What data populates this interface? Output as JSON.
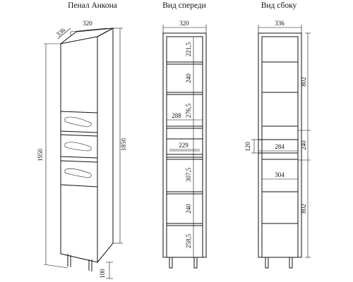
{
  "titles": {
    "iso": "Пенал Анкона",
    "front": "Вид спереди",
    "side": "Вид сбоку"
  },
  "iso": {
    "width": "320",
    "depth": "336",
    "height_total": "1950",
    "height_body": "1850",
    "leg": "100"
  },
  "front": {
    "width": "320",
    "inner_width": "288",
    "drawer_width": "229",
    "shelf1": "221,5",
    "shelf2": "240",
    "shelf3": "276,5",
    "shelf4": "307,5",
    "shelf5": "240",
    "shelf6": "258,5"
  },
  "side": {
    "depth": "336",
    "drawer_depth": "284",
    "inner_depth": "304",
    "drawer_height": "120",
    "upper": "802",
    "middle": "240",
    "lower": "802"
  }
}
